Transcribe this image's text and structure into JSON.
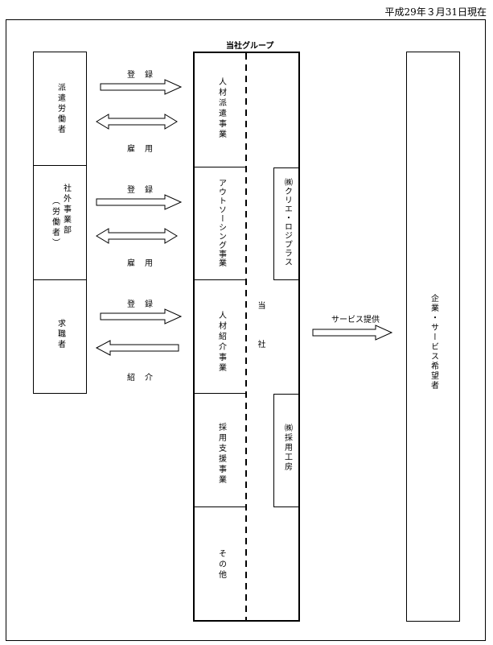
{
  "header": {
    "date_text": "平成29年３月31日現在"
  },
  "group_title": "当社グループ",
  "workers": [
    {
      "label": "派遣労働者"
    },
    {
      "label": "社外事業部"
    },
    {
      "label": "（労働者）"
    },
    {
      "label": "求職者"
    }
  ],
  "flows": {
    "row1_top": "登録",
    "row1_bottom": "雇用",
    "row2_top": "登録",
    "row2_bottom": "雇用",
    "row3_top": "登録",
    "row3_bottom": "紹介"
  },
  "businesses": [
    "人材派遣事業",
    "アウトソーシング事業",
    "人材紹介事業",
    "採用支援事業",
    "その他"
  ],
  "subsidiaries": [
    "㈱クリエ・ロジプラス",
    "㈱採用工房"
  ],
  "company": "当　　社",
  "service_label": "サービス提供",
  "clients": "企業・サービス希望者"
}
